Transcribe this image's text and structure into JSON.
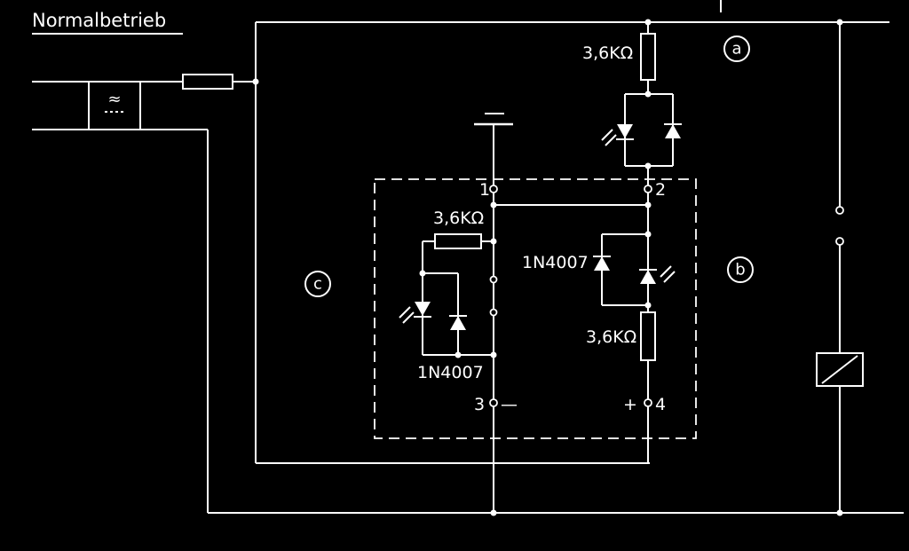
{
  "title": "Normalbetrieb",
  "markers": {
    "a": "a",
    "b": "b",
    "c": "c"
  },
  "labels": {
    "r_top": "3,6KΩ",
    "r_left": "3,6KΩ",
    "r_right": "3,6KΩ",
    "diode_left": "1N4007",
    "diode_right": "1N4007",
    "filter": "≈"
  },
  "terminals": {
    "t1": "1",
    "t2": "2",
    "t3": "3",
    "t4": "4",
    "minus": "—",
    "plus": "+"
  },
  "colors": {
    "background": "#000000",
    "lines": "#ffffff"
  }
}
